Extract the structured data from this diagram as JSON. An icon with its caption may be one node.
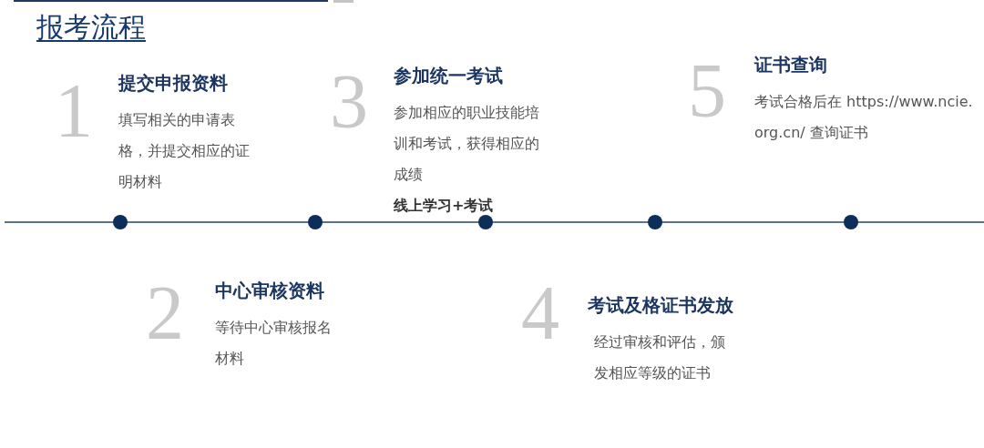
{
  "diagram": {
    "title": "报考流程",
    "nodes": [
      {
        "text": [
          "1",
          "提交申报资料",
          "填写相关的申请表格，并提交相应的证明材料"
        ]
      },
      {
        "text": [
          "2",
          "中心审核资料",
          "等待中心审核报名材料"
        ]
      },
      {
        "text": [
          "3",
          "参加统一考试",
          "参加相应的职业技能培训和考试，获得相应的成绩",
          "线上学习+考试"
        ]
      },
      {
        "text": [
          "4",
          "考试及格证书发放",
          "经过审核和评估，颁发相应等级的证书"
        ]
      },
      {
        "text": [
          "5",
          "证书查询",
          "考试合格后在 https://www.ncie.org.cn/ 查询证书"
        ]
      }
    ]
  }
}
